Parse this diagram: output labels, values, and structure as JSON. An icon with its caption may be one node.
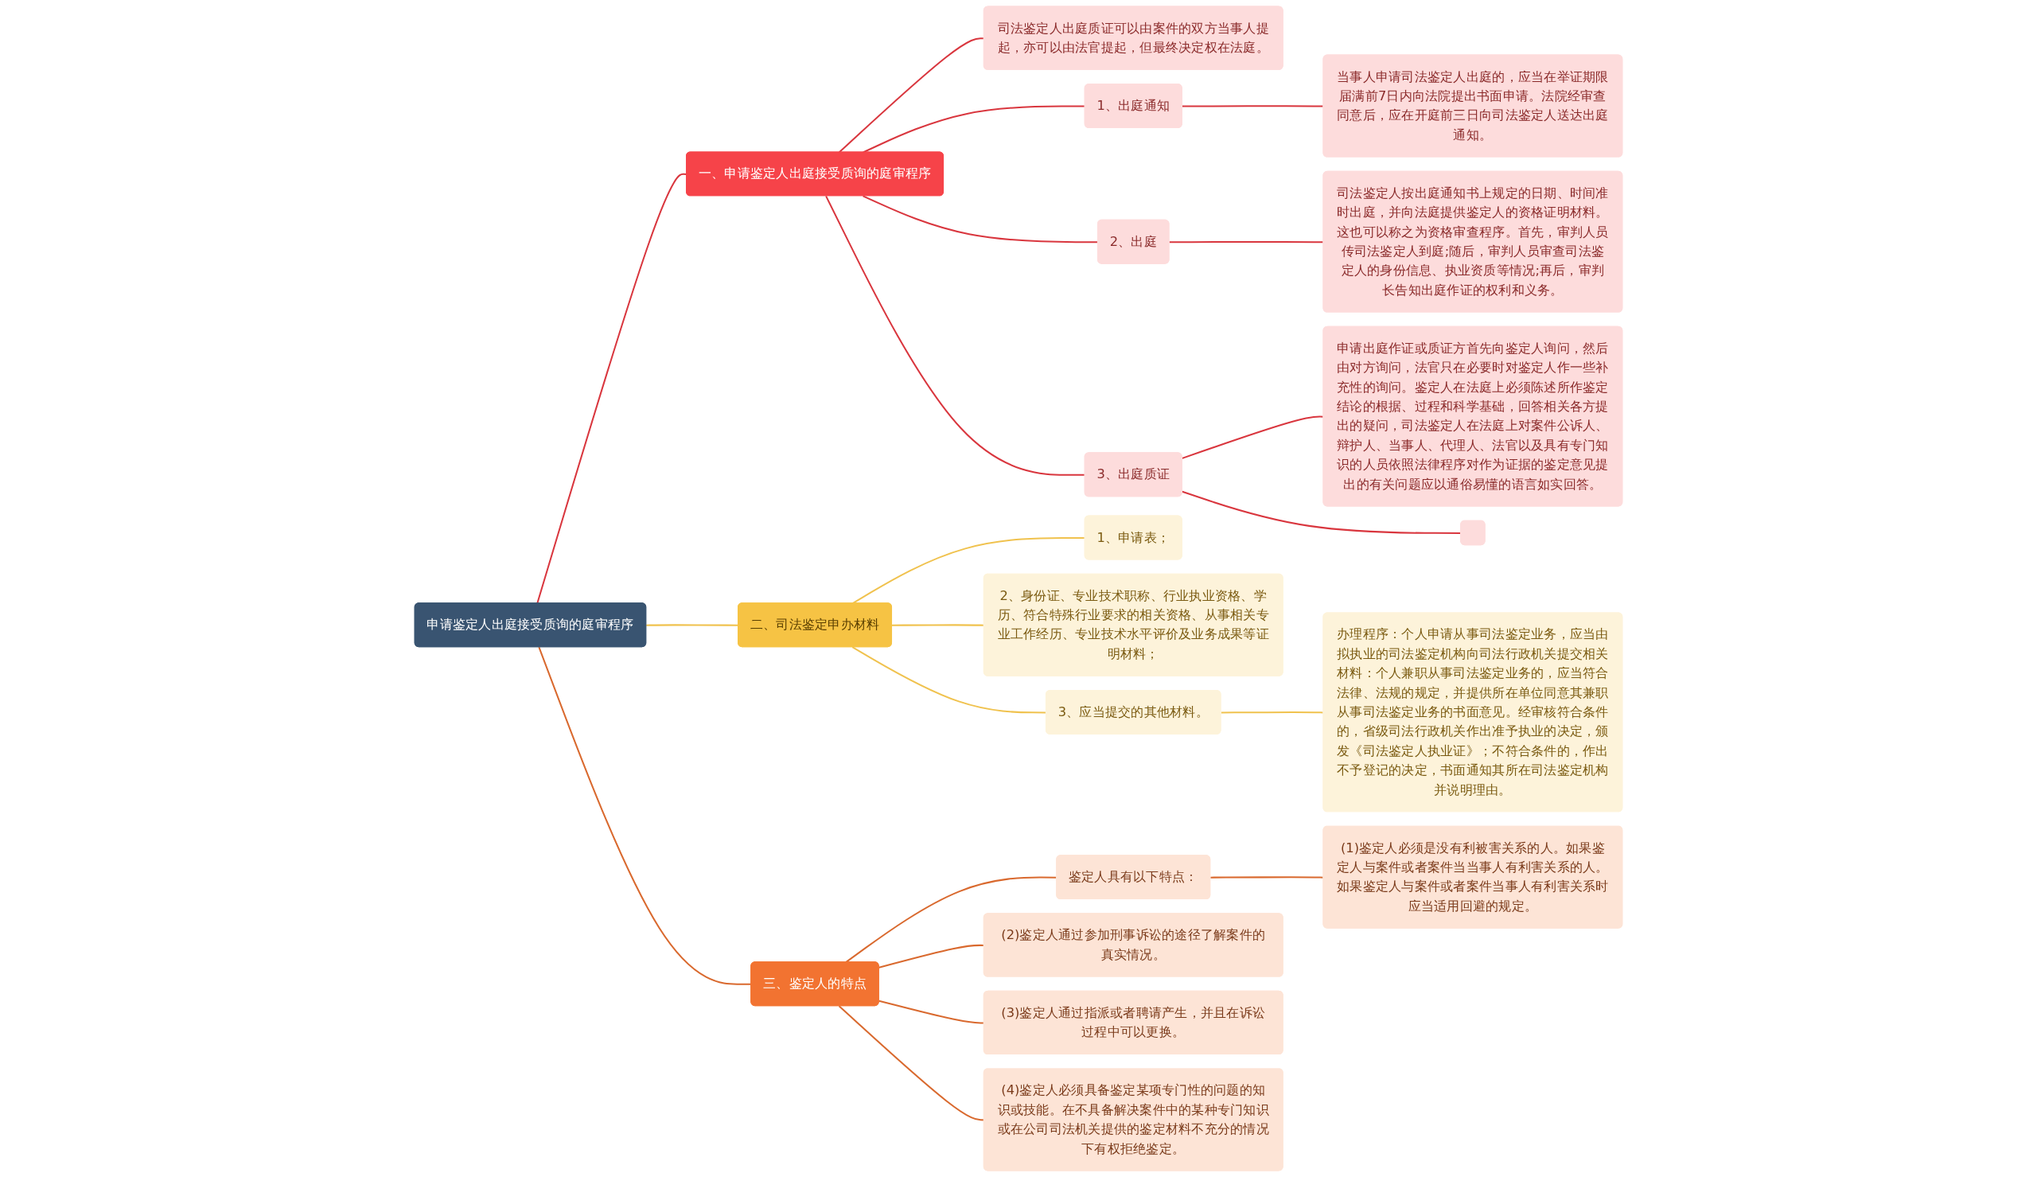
{
  "diagram": {
    "nodes": [
      {
        "text": [
          "申请鉴定人出庭接受质询的庭审程序"
        ]
      },
      {
        "text": [
          "一、申请鉴定人出庭接受质询的庭审程序"
        ]
      },
      {
        "text": [
          "司法鉴定人出庭质证可以由案件的双方当事人提起，亦可以由法官提起，但最终决定权在法庭。"
        ]
      },
      {
        "text": [
          "1、出庭通知"
        ]
      },
      {
        "text": [
          "当事人申请司法鉴定人出庭的，应当在举证期限届满前7日内向法院提出书面申请。法院经审查同意后，应在开庭前三日向司法鉴定人送达出庭通知。"
        ]
      },
      {
        "text": [
          "2、出庭"
        ]
      },
      {
        "text": [
          "司法鉴定人按出庭通知书上规定的日期、时间准时出庭，并向法庭提供鉴定人的资格证明材料。这也可以称之为资格审查程序。首先，审判人员传司法鉴定人到庭;随后，审判人员审查司法鉴定人的身份信息、执业资质等情况;再后，审判长告知出庭作证的权利和义务。"
        ]
      },
      {
        "text": [
          "3、出庭质证"
        ]
      },
      {
        "text": [
          "申请出庭作证或质证方首先向鉴定人询问，然后由对方询问，法官只在必要时对鉴定人作一些补充性的询问。鉴定人在法庭上必须陈述所作鉴定结论的根据、过程和科学基础，回答相关各方提出的疑问，司法鉴定人在法庭上对案件公诉人、辩护人、当事人、代理人、法官以及具有专门知识的人员依照法律程序对作为证据的鉴定意见提出的有关问题应以通俗易懂的语言如实回答。"
        ]
      },
      {
        "text": [],
        "shape": "box"
      },
      {
        "text": [
          "二、司法鉴定申办材料"
        ]
      },
      {
        "text": [
          "1、申请表；"
        ]
      },
      {
        "text": [
          "2、身份证、专业技术职称、行业执业资格、学历、符合特殊行业要求的相关资格、从事相关专业工作经历、专业技术水平评价及业务成果等证明材料；"
        ]
      },
      {
        "text": [
          "3、应当提交的其他材料。"
        ]
      },
      {
        "text": [
          "办理程序：个人申请从事司法鉴定业务，应当由拟执业的司法鉴定机构向司法行政机关提交相关材料：个人兼职从事司法鉴定业务的，应当符合法律、法规的规定，并提供所在单位同意其兼职从事司法鉴定业务的书面意见。经审核符合条件的，省级司法行政机关作出准予执业的决定，颁发《司法鉴定人执业证》；不符合条件的，作出不予登记的决定，书面通知其所在司法鉴定机构并说明理由。"
        ]
      },
      {
        "text": [
          "三、鉴定人的特点"
        ]
      },
      {
        "text": [
          "鉴定人具有以下特点："
        ]
      },
      {
        "text": [
          "(1)鉴定人必须是没有利被害关系的人。如果鉴定人与案件或者案件当当事人有利害关系的人。如果鉴定人与案件或者案件当事人有利害关系时应当适用回避的规定。"
        ]
      },
      {
        "text": [
          "(2)鉴定人通过参加刑事诉讼的途径了解案件的真实情况。"
        ]
      },
      {
        "text": [
          "(3)鉴定人通过指派或者聘请产生，并且在诉讼过程中可以更换。"
        ]
      },
      {
        "text": [
          "(4)鉴定人必须具备鉴定某项专门性的问题的知识或技能。在不具备解决案件中的某种专门知识或在公司司法机关提供的鉴定材料不充分的情况下有权拒绝鉴定。"
        ]
      }
    ],
    "edges": [
      {
        "from": 0,
        "to": 1,
        "arrow": "none"
      },
      {
        "from": 1,
        "to": 2,
        "arrow": "none"
      },
      {
        "from": 1,
        "to": 3,
        "arrow": "none"
      },
      {
        "from": 3,
        "to": 4,
        "arrow": "none"
      },
      {
        "from": 1,
        "to": 5,
        "arrow": "none"
      },
      {
        "from": 5,
        "to": 6,
        "arrow": "none"
      },
      {
        "from": 1,
        "to": 7,
        "arrow": "none"
      },
      {
        "from": 7,
        "to": 8,
        "arrow": "none"
      },
      {
        "from": 7,
        "to": 9,
        "arrow": "none"
      },
      {
        "from": 0,
        "to": 10,
        "arrow": "none",
        "color": "#f0c24e"
      },
      {
        "from": 10,
        "to": 11,
        "arrow": "none",
        "color": "#f0c24e"
      },
      {
        "from": 10,
        "to": 12,
        "arrow": "none",
        "color": "#f0c24e"
      },
      {
        "from": 10,
        "to": 13,
        "arrow": "none",
        "color": "#f0c24e"
      },
      {
        "from": 13,
        "to": 14,
        "arrow": "none",
        "color": "#f0c24e"
      },
      {
        "from": 0,
        "to": 15,
        "arrow": "none",
        "color": "#d9692e"
      },
      {
        "from": 15,
        "to": 16,
        "arrow": "none",
        "color": "#d9692e"
      },
      {
        "from": 16,
        "to": 17,
        "arrow": "none",
        "color": "#d9692e"
      },
      {
        "from": 15,
        "to": 18,
        "arrow": "none",
        "color": "#d9692e"
      },
      {
        "from": 15,
        "to": 19,
        "arrow": "none",
        "color": "#d9692e"
      },
      {
        "from": 15,
        "to": 20,
        "arrow": "none",
        "color": "#d9692e"
      }
    ]
  }
}
